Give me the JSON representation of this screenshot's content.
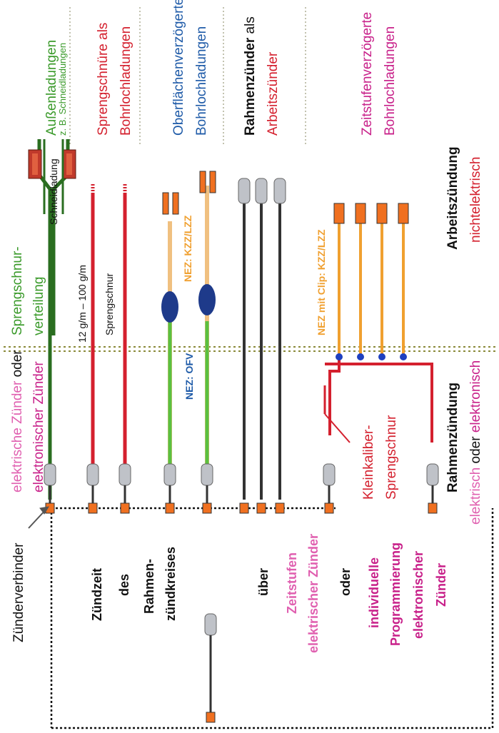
{
  "colors": {
    "green": "#3a9a2a",
    "red": "#d4202e",
    "blue": "#1f5ba8",
    "orange": "#f0a030",
    "magenta": "#c8218a",
    "pink": "#e060b0",
    "darkgreen": "#2a6e20",
    "black": "#111111"
  },
  "top_headers": {
    "ausen_l1": "Außenladungen",
    "ausen_l2": "z. B. Schneidladungen",
    "spreng_l1": "Sprengschnüre als",
    "spreng_l2": "Bohrlochladungen",
    "ober_l1": "Oberflächenverzögerte",
    "ober_l2": "Bohrlochladungen",
    "rahmen_bold": "Rahmenzünder",
    "rahmen_als": " als",
    "rahmen_l2": "Arbeitszünder",
    "zeit_l1": "Zeitstufenverzögerte",
    "zeit_l2": "Bohrlochladungen"
  },
  "labels": {
    "sprengschnurverteilung_l1": "Sprengschnur-",
    "sprengschnurverteilung_l2": "verteilung",
    "schneidladung": "Schneidladung",
    "gm_range": "12 g/m – 100 g/m",
    "sprengschnur": "Sprengschnur",
    "nez_kzz": "NEZ: KZZ/LZZ",
    "nez_ofv": "NEZ: OFV",
    "nez_clip": "NEZ mit Clip: KZZ/LZZ",
    "kleinkaliber_l1": "Kleinkaliber-",
    "kleinkaliber_l2": "Sprengschnur",
    "elektrische": "elektrische Zünder",
    "oder": " oder",
    "elektronischer": "elektronischer Zünder",
    "zuenderverbinder": "Zünderverbinder",
    "arbeitszuendung": "Arbeitszündung",
    "nichtelektrisch": "nichtelektrisch",
    "rahmenzuendung": "Rahmenzündung",
    "elektrisch": "elektrisch",
    "oder2": " oder ",
    "elektronisch": "elektronisch"
  },
  "box_text": {
    "zuendzeit": "Zündzeit",
    "des": "des",
    "rahmen": "Rahmen-",
    "zuendkreises": "zündkreises",
    "ueber": "über",
    "zeitstufen": "Zeitstufen",
    "elektrischer_zuender": "elektrischer Zünder",
    "oder": "oder",
    "individuelle": "individuelle",
    "programmierung": "Programmierung",
    "elektronischer": "elektronischer",
    "zuender": "Zünder"
  }
}
